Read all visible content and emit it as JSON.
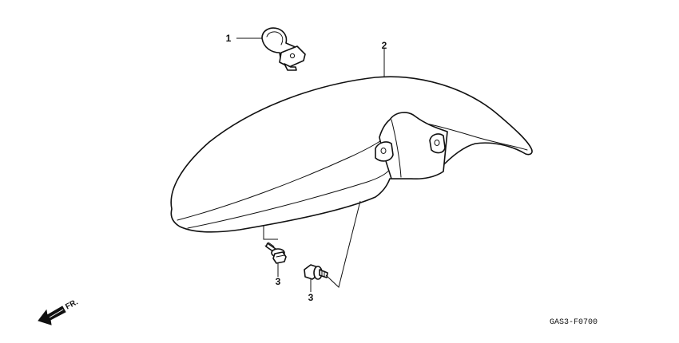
{
  "diagram": {
    "callouts": [
      {
        "id": "clip",
        "label": "1"
      },
      {
        "id": "fender",
        "label": "2"
      },
      {
        "id": "bolt-left",
        "label": "3"
      },
      {
        "id": "bolt-right",
        "label": "3"
      }
    ],
    "direction_label": "FR.",
    "drawing_code": "GAS3-F0700"
  }
}
